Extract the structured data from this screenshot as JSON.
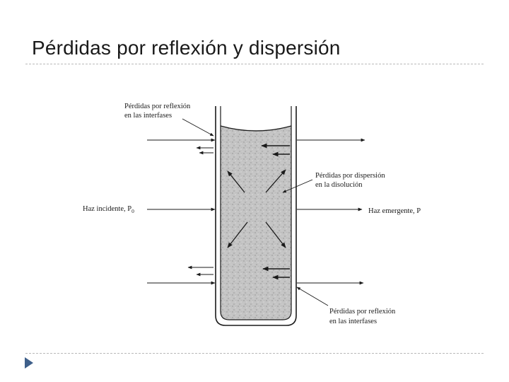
{
  "slide": {
    "title": "Pérdidas por reflexión y dispersión"
  },
  "diagram": {
    "labels": {
      "reflexion_top_line1": "Pérdidas por reflexión",
      "reflexion_top_line2": "en las interfases",
      "dispersion_line1": "Pérdidas por dispersión",
      "dispersion_line2": "en la disolución",
      "incidente_text": "Haz incidente, P",
      "incidente_sub": "0",
      "emergente_text": "Haz emergente, P",
      "reflexion_bottom_line1": "Pérdidas por reflexión",
      "reflexion_bottom_line2": "en las interfases"
    }
  },
  "colors": {
    "title": "#1a1a1a",
    "rule": "#b9b9b9",
    "bullet": "#3e5f8a",
    "solution_fill": "#bdbdbd"
  },
  "icons": {
    "bullet": "triangle-right-icon"
  }
}
